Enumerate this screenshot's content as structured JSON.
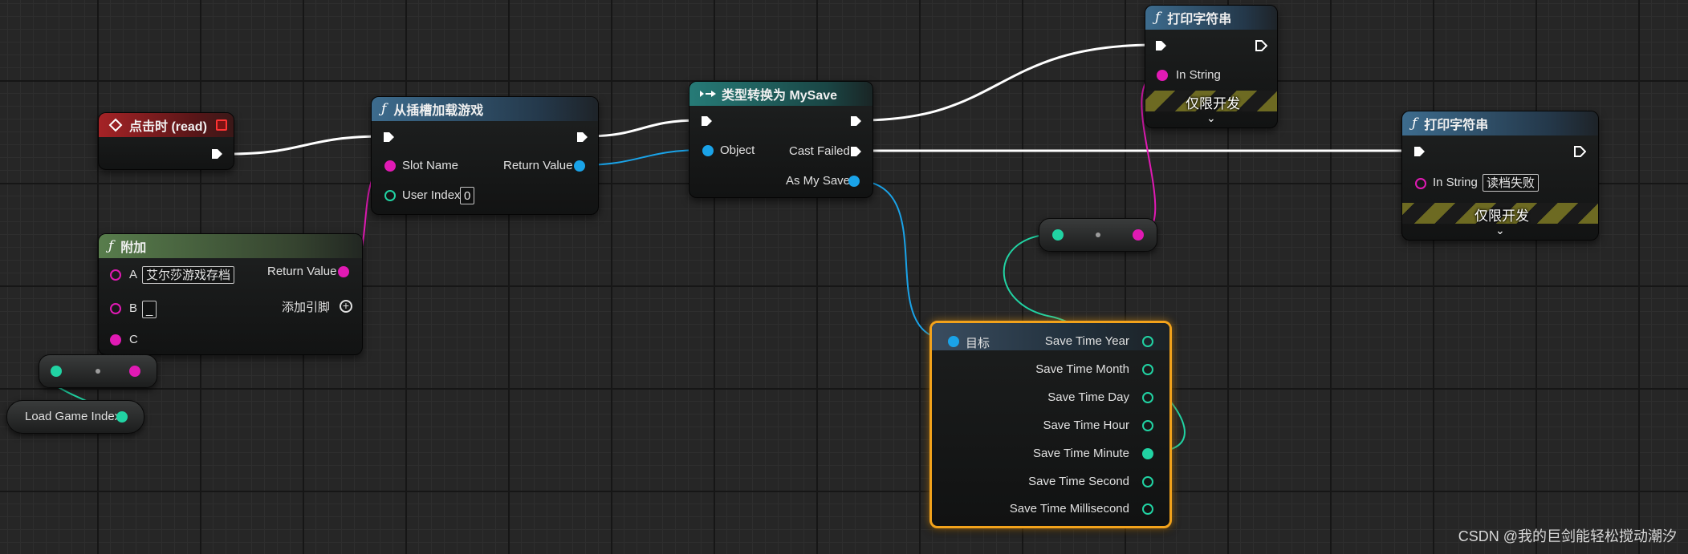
{
  "colors": {
    "exec_wire": "#ffffff",
    "string_pin": "#e11ab4",
    "object_pin": "#1aa3e8",
    "int_pin": "#21d3a3",
    "selection": "#f2a21b"
  },
  "icons": {
    "event": "event-diamond-icon",
    "function": "function-icon",
    "cast": "cast-arrow-icon"
  },
  "event_node": {
    "title": "点击时 (read)"
  },
  "load_node": {
    "title": "从插槽加载游戏",
    "slot_name": "Slot Name",
    "user_index": "User Index",
    "user_index_value": "0",
    "return_value": "Return Value"
  },
  "append_node": {
    "title": "附加",
    "a_label": "A",
    "a_value": "艾尔莎游戏存档",
    "b_label": "B",
    "b_value": "_",
    "c_label": "C",
    "return_value": "Return Value",
    "add_pin": "添加引脚"
  },
  "var_node": {
    "label": "Load Game Index"
  },
  "cast_node": {
    "title": "类型转换为 MySave",
    "object": "Object",
    "cast_failed": "Cast Failed",
    "as_my_save": "As My Save"
  },
  "print_node_1": {
    "title": "打印字符串",
    "in_string": "In String",
    "dev_only": "仅限开发"
  },
  "print_node_2": {
    "title": "打印字符串",
    "in_string": "In String",
    "in_string_value": "读档失败",
    "dev_only": "仅限开发"
  },
  "break_node": {
    "target": "目标",
    "fields": [
      "Save Time Year",
      "Save Time Month",
      "Save Time Day",
      "Save Time Hour",
      "Save Time Minute",
      "Save Time Second",
      "Save Time Millisecond"
    ]
  },
  "watermark": "CSDN @我的巨剑能轻松搅动潮汐"
}
